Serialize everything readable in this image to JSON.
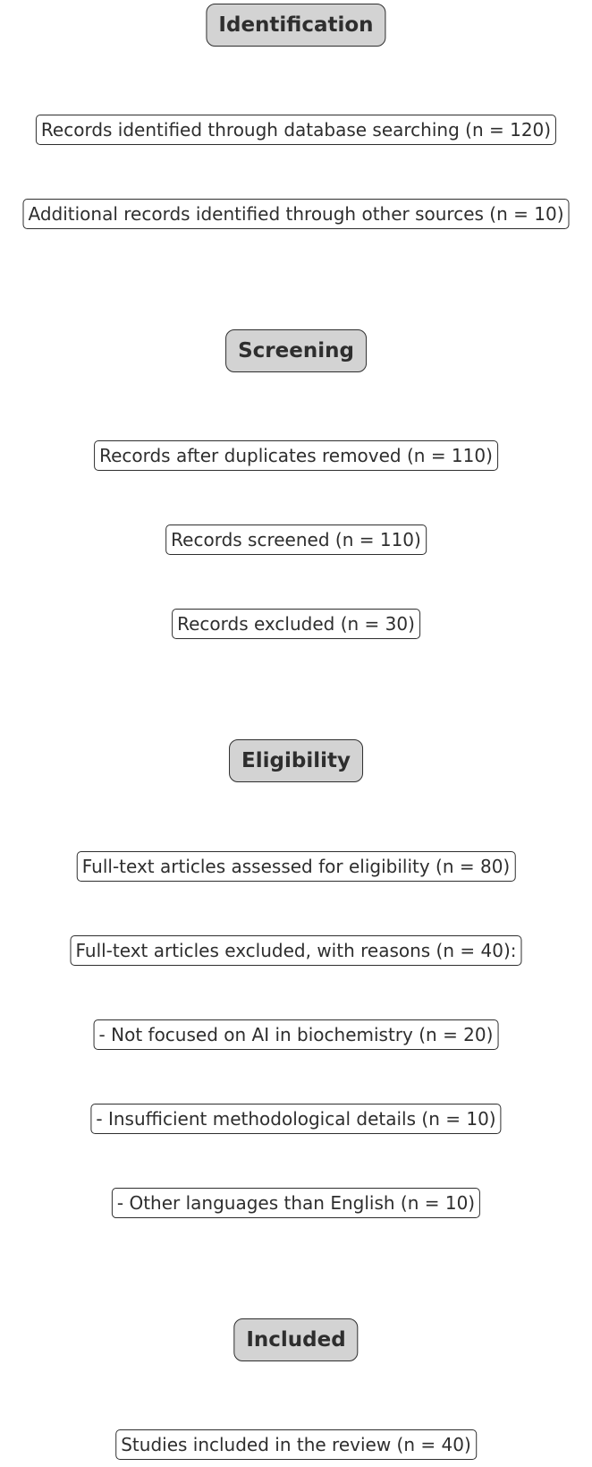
{
  "stages": [
    {
      "title": "Identification",
      "items": [
        "Records identified through database searching (n = 120)",
        "Additional records identified through other sources (n = 10)"
      ]
    },
    {
      "title": "Screening",
      "items": [
        "Records after duplicates removed (n = 110)",
        "Records screened (n = 110)",
        "Records excluded (n = 30)"
      ]
    },
    {
      "title": "Eligibility",
      "items": [
        "Full-text articles assessed for eligibility (n = 80)",
        "Full-text articles excluded, with reasons (n = 40):",
        "- Not focused on AI in biochemistry (n = 20)",
        "- Insufficient methodological details (n = 10)",
        "- Other languages than English (n = 10)"
      ]
    },
    {
      "title": "Included",
      "items": [
        "Studies included in the review (n = 40)"
      ]
    }
  ]
}
